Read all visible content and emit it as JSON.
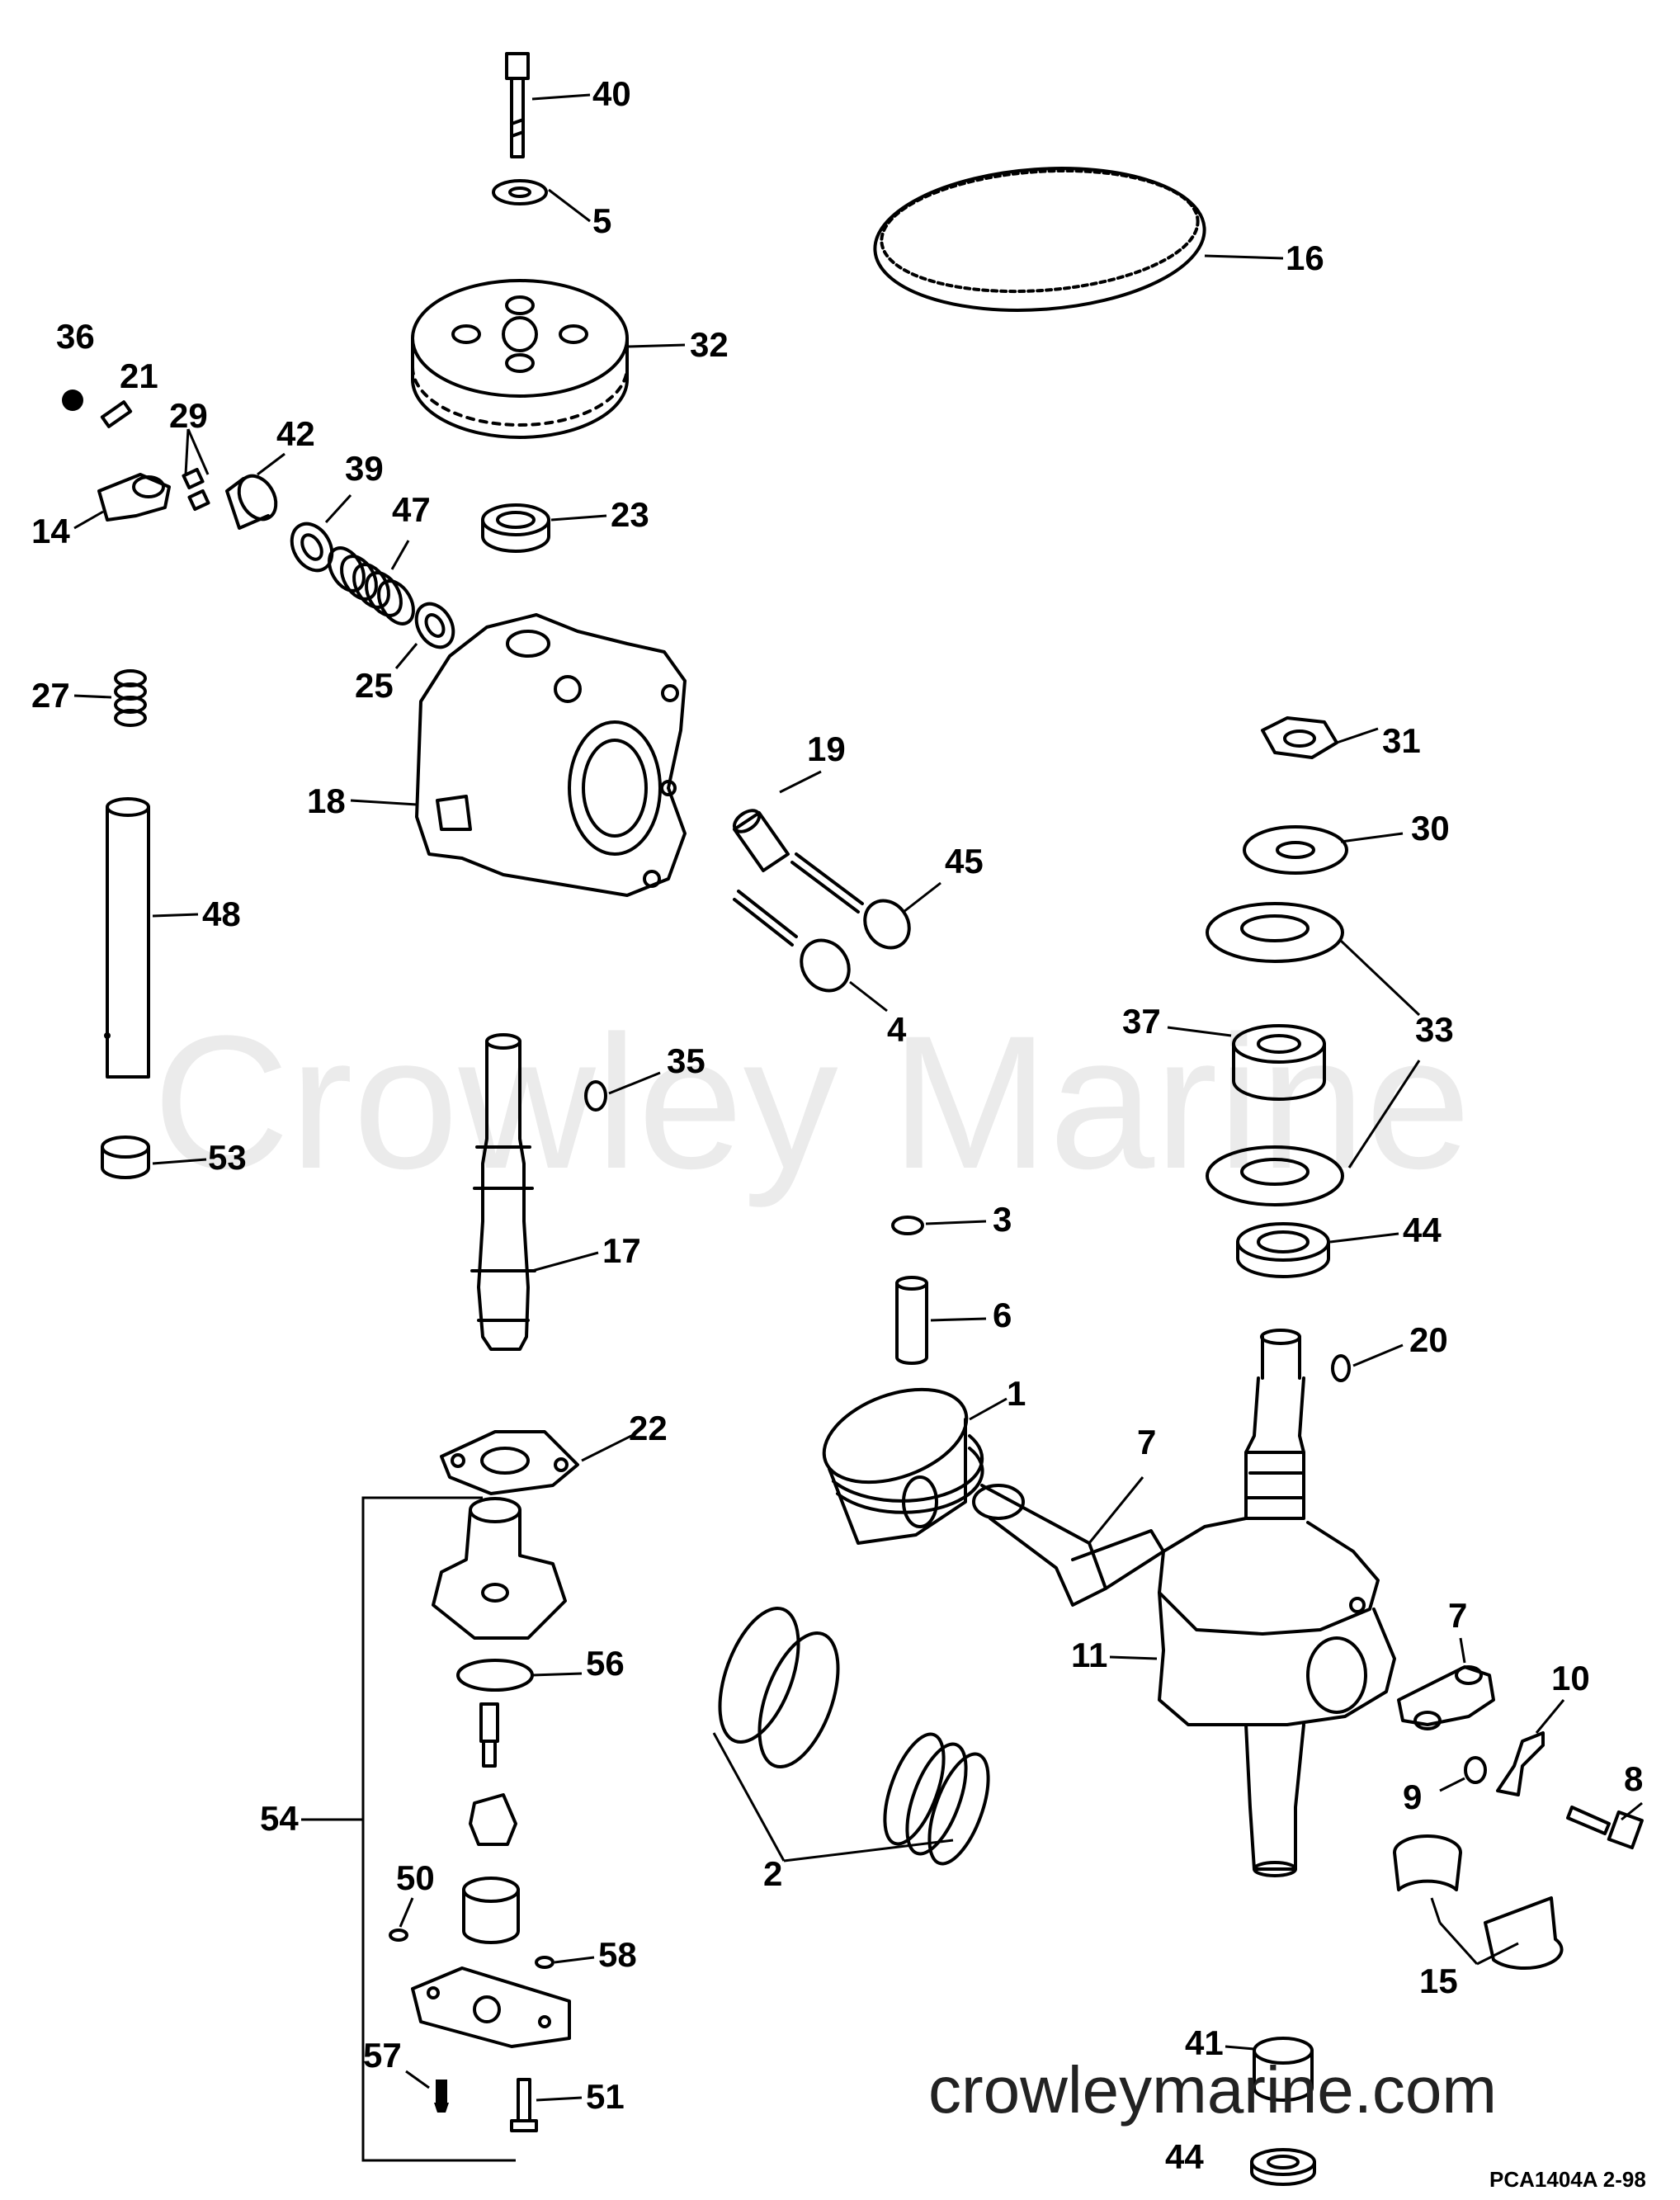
{
  "watermark": "Crowley Marine",
  "site_url": "crowleymarine.com",
  "drawing_code": "PCA1404A   2-98",
  "callouts": {
    "c40": "40",
    "c5": "5",
    "c16": "16",
    "c32": "32",
    "c36": "36",
    "c21": "21",
    "c29": "29",
    "c42": "42",
    "c39": "39",
    "c47": "47",
    "c14": "14",
    "c23": "23",
    "c25": "25",
    "c27": "27",
    "c18": "18",
    "c19": "19",
    "c45": "45",
    "c4": "4",
    "c31": "31",
    "c30": "30",
    "c33": "33",
    "c37": "37",
    "c48": "48",
    "c35": "35",
    "c53": "53",
    "c17": "17",
    "c3": "3",
    "c44a": "44",
    "c6": "6",
    "c20": "20",
    "c1": "1",
    "c22": "22",
    "c7a": "7",
    "c56": "56",
    "c11": "11",
    "c7b": "7",
    "c10": "10",
    "c54": "54",
    "c9": "9",
    "c8": "8",
    "c2": "2",
    "c50": "50",
    "c15": "15",
    "c58": "58",
    "c41": "41",
    "c57": "57",
    "c51": "51",
    "c44b": "44"
  }
}
